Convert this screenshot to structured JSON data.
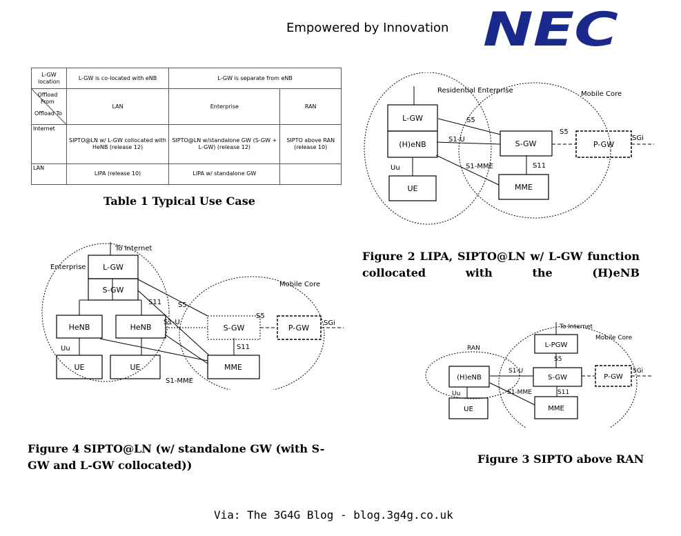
{
  "header": {
    "tagline": "Empowered by Innovation",
    "logo_text": "NEC",
    "logo_color": "#1a2a8c"
  },
  "table": {
    "h_lgw_location": "L-GW location",
    "h_colocated": "L-GW is co-located with eNB",
    "h_separate": "L-GW is separate from eNB",
    "h_offload_from": "Offload From",
    "h_offload_to": "Offload To",
    "h_lan": "LAN",
    "h_enterprise": "Enterprise",
    "h_ran": "RAN",
    "r1_label": "Internet",
    "r1_c1": "SIPTO@LN w/ L-GW collocated with HeNB (release 12)",
    "r1_c2": "SIPTO@LN w/standalone GW (S-GW + L-GW) (release 12)",
    "r1_c3": "SIPTO above RAN (release 10)",
    "r2_label": "LAN",
    "r2_c1": "LIPA (release 10)",
    "r2_c2": "LIPA w/ standalone GW",
    "r2_c3": ""
  },
  "captions": {
    "table1": "Table 1 Typical Use Case",
    "fig2": "Figure 2 LIPA, SIPTO@LN w/ L-GW function collocated with the (H)eNB",
    "fig4": "Figure 4 SIPTO@LN (w/ standalone GW (with S-GW and L-GW collocated))",
    "fig3": "Figure 3 SIPTO above RAN"
  },
  "fig2": {
    "residential": "Residential Enterprise",
    "mobile_core": "Mobile Core",
    "lgw": "L-GW",
    "henb": "(H)eNB",
    "ue": "UE",
    "sgw": "S-GW",
    "mme": "MME",
    "pgw": "P-GW",
    "s5a": "S5",
    "s1u": "S1-U",
    "s1mme": "S1-MME",
    "uu": "Uu",
    "s11": "S11",
    "s5b": "S5",
    "sgi": "SGi"
  },
  "fig4": {
    "to_internet": "To Internet",
    "enterprise": "Enterprise",
    "mobile_core": "Mobile Core",
    "lgw": "L-GW",
    "sgw_ent": "S-GW",
    "henb1": "HeNB",
    "henb2": "HeNB",
    "ue1": "UE",
    "ue2": "UE",
    "sgw_core": "S-GW",
    "pgw": "P-GW",
    "mme": "MME",
    "s11": "S11",
    "s5a": "S5",
    "s1u": "S1-U",
    "s5b": "S5",
    "sgi": "SGi",
    "uu": "Uu",
    "s1mme": "S1-MME"
  },
  "fig3": {
    "to_internet": "To Internet",
    "mobile_core": "Mobile Core",
    "ran": "RAN",
    "lpgw": "L-PGW",
    "sgw": "S-GW",
    "pgw": "P-GW",
    "henb": "(H)eNB",
    "ue": "UE",
    "mme": "MME",
    "s5": "S5",
    "s1u": "S1-U",
    "s1mme": "S1-MME",
    "s11": "S11",
    "uu": "Uu",
    "sgi": "SGi"
  },
  "footer": {
    "via": "Via: The 3G4G Blog - blog.3g4g.co.uk"
  }
}
